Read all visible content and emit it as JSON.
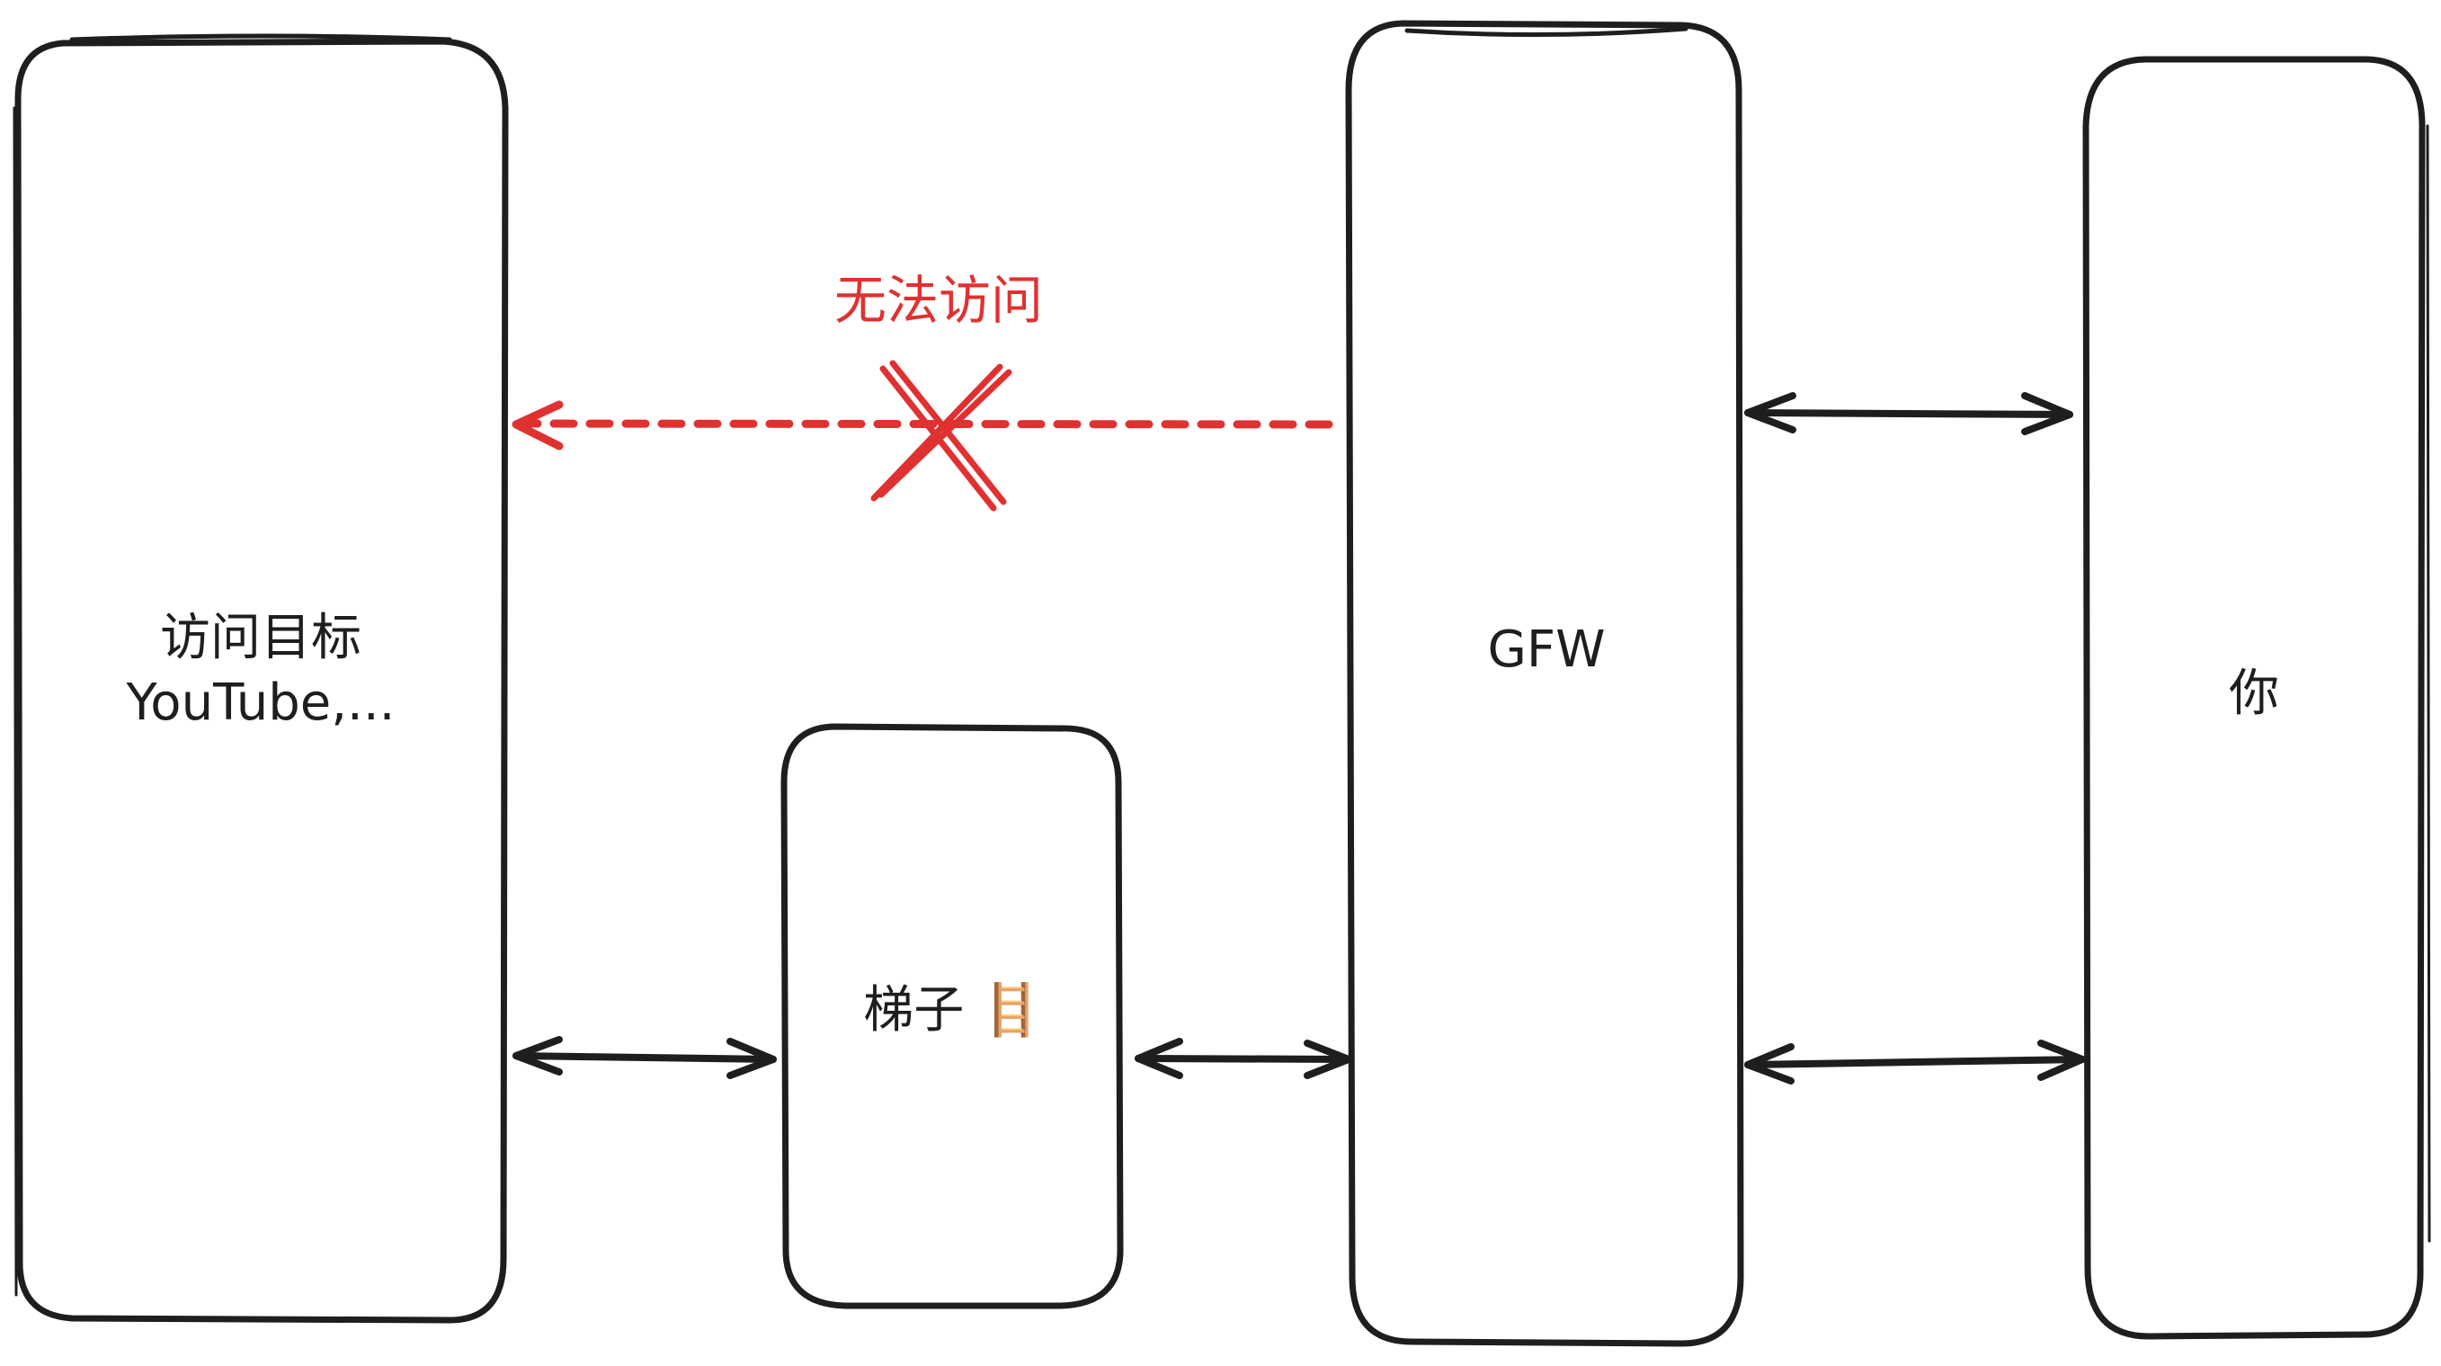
{
  "colors": {
    "stroke": "#1e1e1e",
    "blocked": "#e03131",
    "background": "#ffffff"
  },
  "nodes": {
    "target": {
      "line1": "访问目标",
      "line2": "YouTube,..."
    },
    "ladder": {
      "label": "梯子",
      "icon": "🪜"
    },
    "gfw": {
      "label": "GFW"
    },
    "you": {
      "label": "你"
    }
  },
  "blocked_path": {
    "label": "无法访问",
    "icon": "cross-icon"
  },
  "connections": [
    {
      "from": "gfw",
      "to": "target",
      "style": "dashed",
      "status": "blocked"
    },
    {
      "from": "gfw",
      "to": "you",
      "style": "solid",
      "direction": "bidirectional"
    },
    {
      "from": "target",
      "to": "ladder",
      "style": "solid",
      "direction": "bidirectional"
    },
    {
      "from": "ladder",
      "to": "gfw",
      "style": "solid",
      "direction": "bidirectional"
    },
    {
      "from": "gfw",
      "to": "you",
      "style": "solid",
      "direction": "bidirectional"
    }
  ]
}
